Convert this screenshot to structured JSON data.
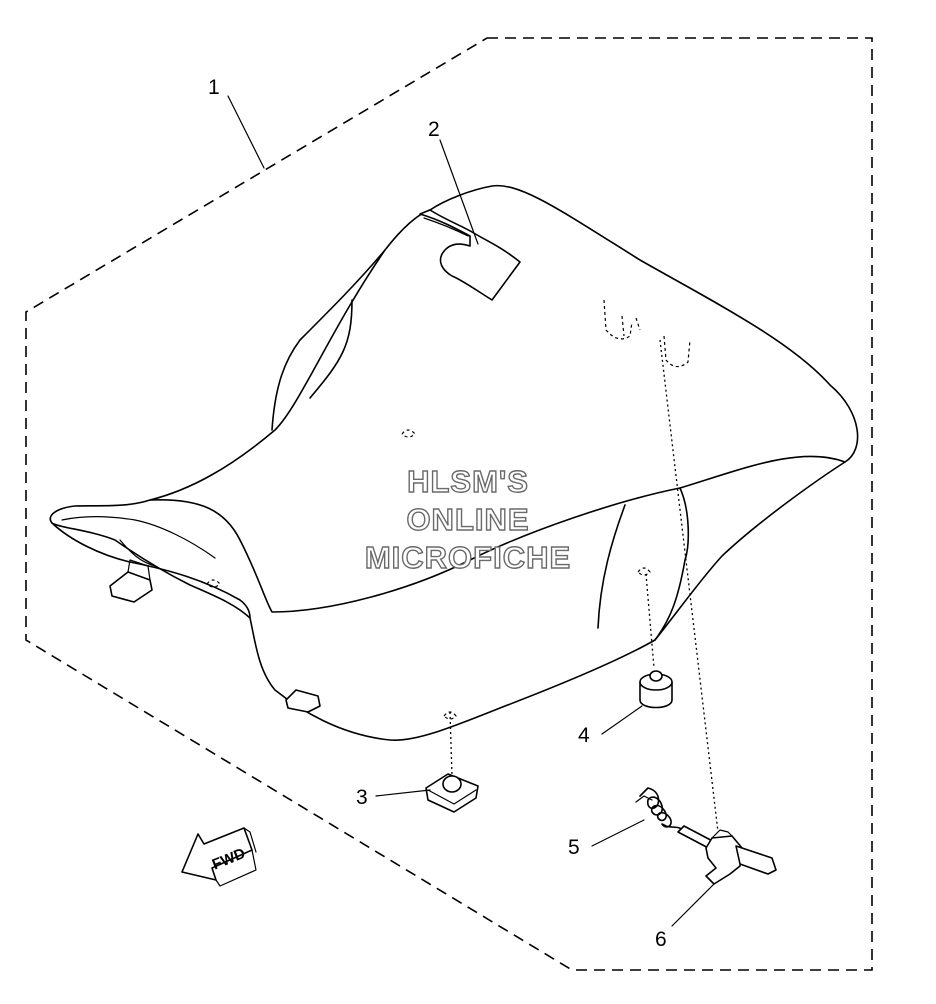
{
  "callouts": [
    {
      "label": "1",
      "part": "seat assembly"
    },
    {
      "label": "2",
      "part": "strap"
    },
    {
      "label": "3",
      "part": "damper"
    },
    {
      "label": "4",
      "part": "damper"
    },
    {
      "label": "5",
      "part": "spring"
    },
    {
      "label": "6",
      "part": "hook"
    }
  ],
  "watermark": {
    "line1": "HLSM'S",
    "line2": "ONLINE",
    "line3": "MICROFICHE"
  },
  "direction_arrow": {
    "label": "FWD"
  },
  "colors": {
    "line": "#000000",
    "watermark_outline": "#6a6a6a",
    "background": "#ffffff"
  }
}
